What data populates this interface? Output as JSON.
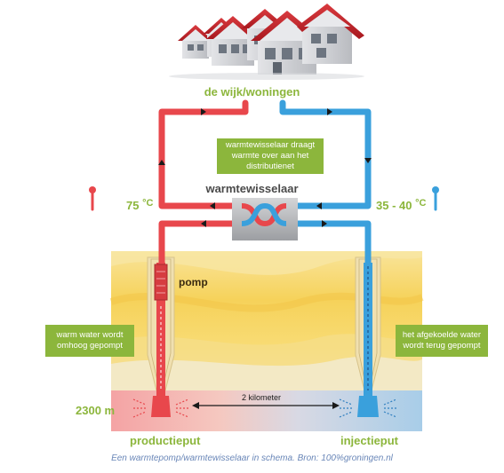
{
  "title_top": "de wijk/woningen",
  "exchanger_label": "warmtewisselaar",
  "exchanger_note": "warmtewisselaar draagt warmte over aan het distributienet",
  "temp_hot_value": "75",
  "temp_hot_unit": "°C",
  "temp_cold_value": "35 - 40",
  "temp_cold_unit": "°C",
  "pump_label": "pomp",
  "left_note": "warm water wordt omhoog gepompt",
  "right_note": "het afgekoelde water wordt terug gepompt",
  "depth_label": "2300 m",
  "distance_label": "2 kilometer",
  "well_left": "productieput",
  "well_right": "injectieput",
  "caption": "Een warmtepomp/warmtewisselaar in schema. Bron: 100%groningen.nl",
  "colors": {
    "hot": "#e8474c",
    "cold": "#3aa0dc",
    "accent_green": "#8cb63c",
    "ground_yellow": "#f6d25a",
    "roof_red": "#c0262c"
  }
}
